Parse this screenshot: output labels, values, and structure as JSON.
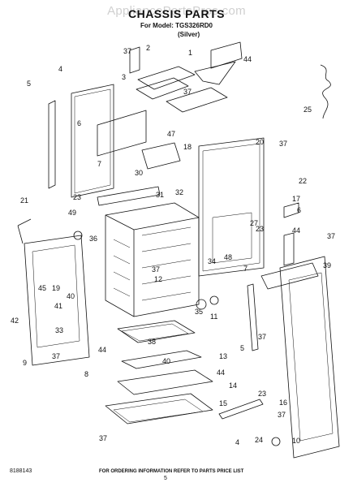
{
  "watermark": "AppliancePartsPros.com",
  "title": "CHASSIS PARTS",
  "subtitle": "For Model: TGS326RD0",
  "color": "(Silver)",
  "footer_note": "FOR ORDERING INFORMATION REFER TO PARTS PRICE LIST",
  "doc_number": "8188143",
  "page_number": "5",
  "callouts": [
    "37",
    "2",
    "1",
    "44",
    "3",
    "37",
    "4",
    "5",
    "6",
    "7",
    "47",
    "18",
    "20",
    "37",
    "25",
    "30",
    "32",
    "23",
    "31",
    "22",
    "17",
    "6",
    "21",
    "49",
    "27",
    "23",
    "36",
    "44",
    "48",
    "37",
    "39",
    "34",
    "45",
    "19",
    "40",
    "37",
    "12",
    "7",
    "11",
    "41",
    "35",
    "42",
    "33",
    "44",
    "38",
    "40",
    "5",
    "37",
    "13",
    "9",
    "37",
    "8",
    "44",
    "14",
    "23",
    "4",
    "16",
    "15",
    "37",
    "37",
    "24",
    "10"
  ]
}
